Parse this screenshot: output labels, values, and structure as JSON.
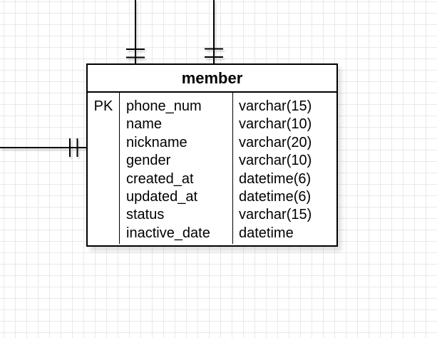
{
  "colors": {
    "background": "#ffffff",
    "grid_line": "#e9e9e9",
    "stroke": "#000000",
    "text": "#000000",
    "entity_fill": "#ffffff"
  },
  "entity": {
    "title": "member",
    "rows": [
      {
        "key": "PK",
        "name": "phone_num",
        "type": "varchar(15)"
      },
      {
        "key": "",
        "name": "name",
        "type": "varchar(10)"
      },
      {
        "key": "",
        "name": "nickname",
        "type": "varchar(20)"
      },
      {
        "key": "",
        "name": "gender",
        "type": "varchar(10)"
      },
      {
        "key": "",
        "name": "created_at",
        "type": "datetime(6)"
      },
      {
        "key": "",
        "name": "updated_at",
        "type": "datetime(6)"
      },
      {
        "key": "",
        "name": "status",
        "type": "varchar(15)"
      },
      {
        "key": "",
        "name": "inactive_date",
        "type": "datetime"
      }
    ]
  },
  "connectors": [
    {
      "id": "top-connector-left",
      "cardinality": "one-and-only-one"
    },
    {
      "id": "top-connector-right",
      "cardinality": "one-and-only-one"
    },
    {
      "id": "left-connector",
      "cardinality": "one-and-only-one"
    }
  ]
}
